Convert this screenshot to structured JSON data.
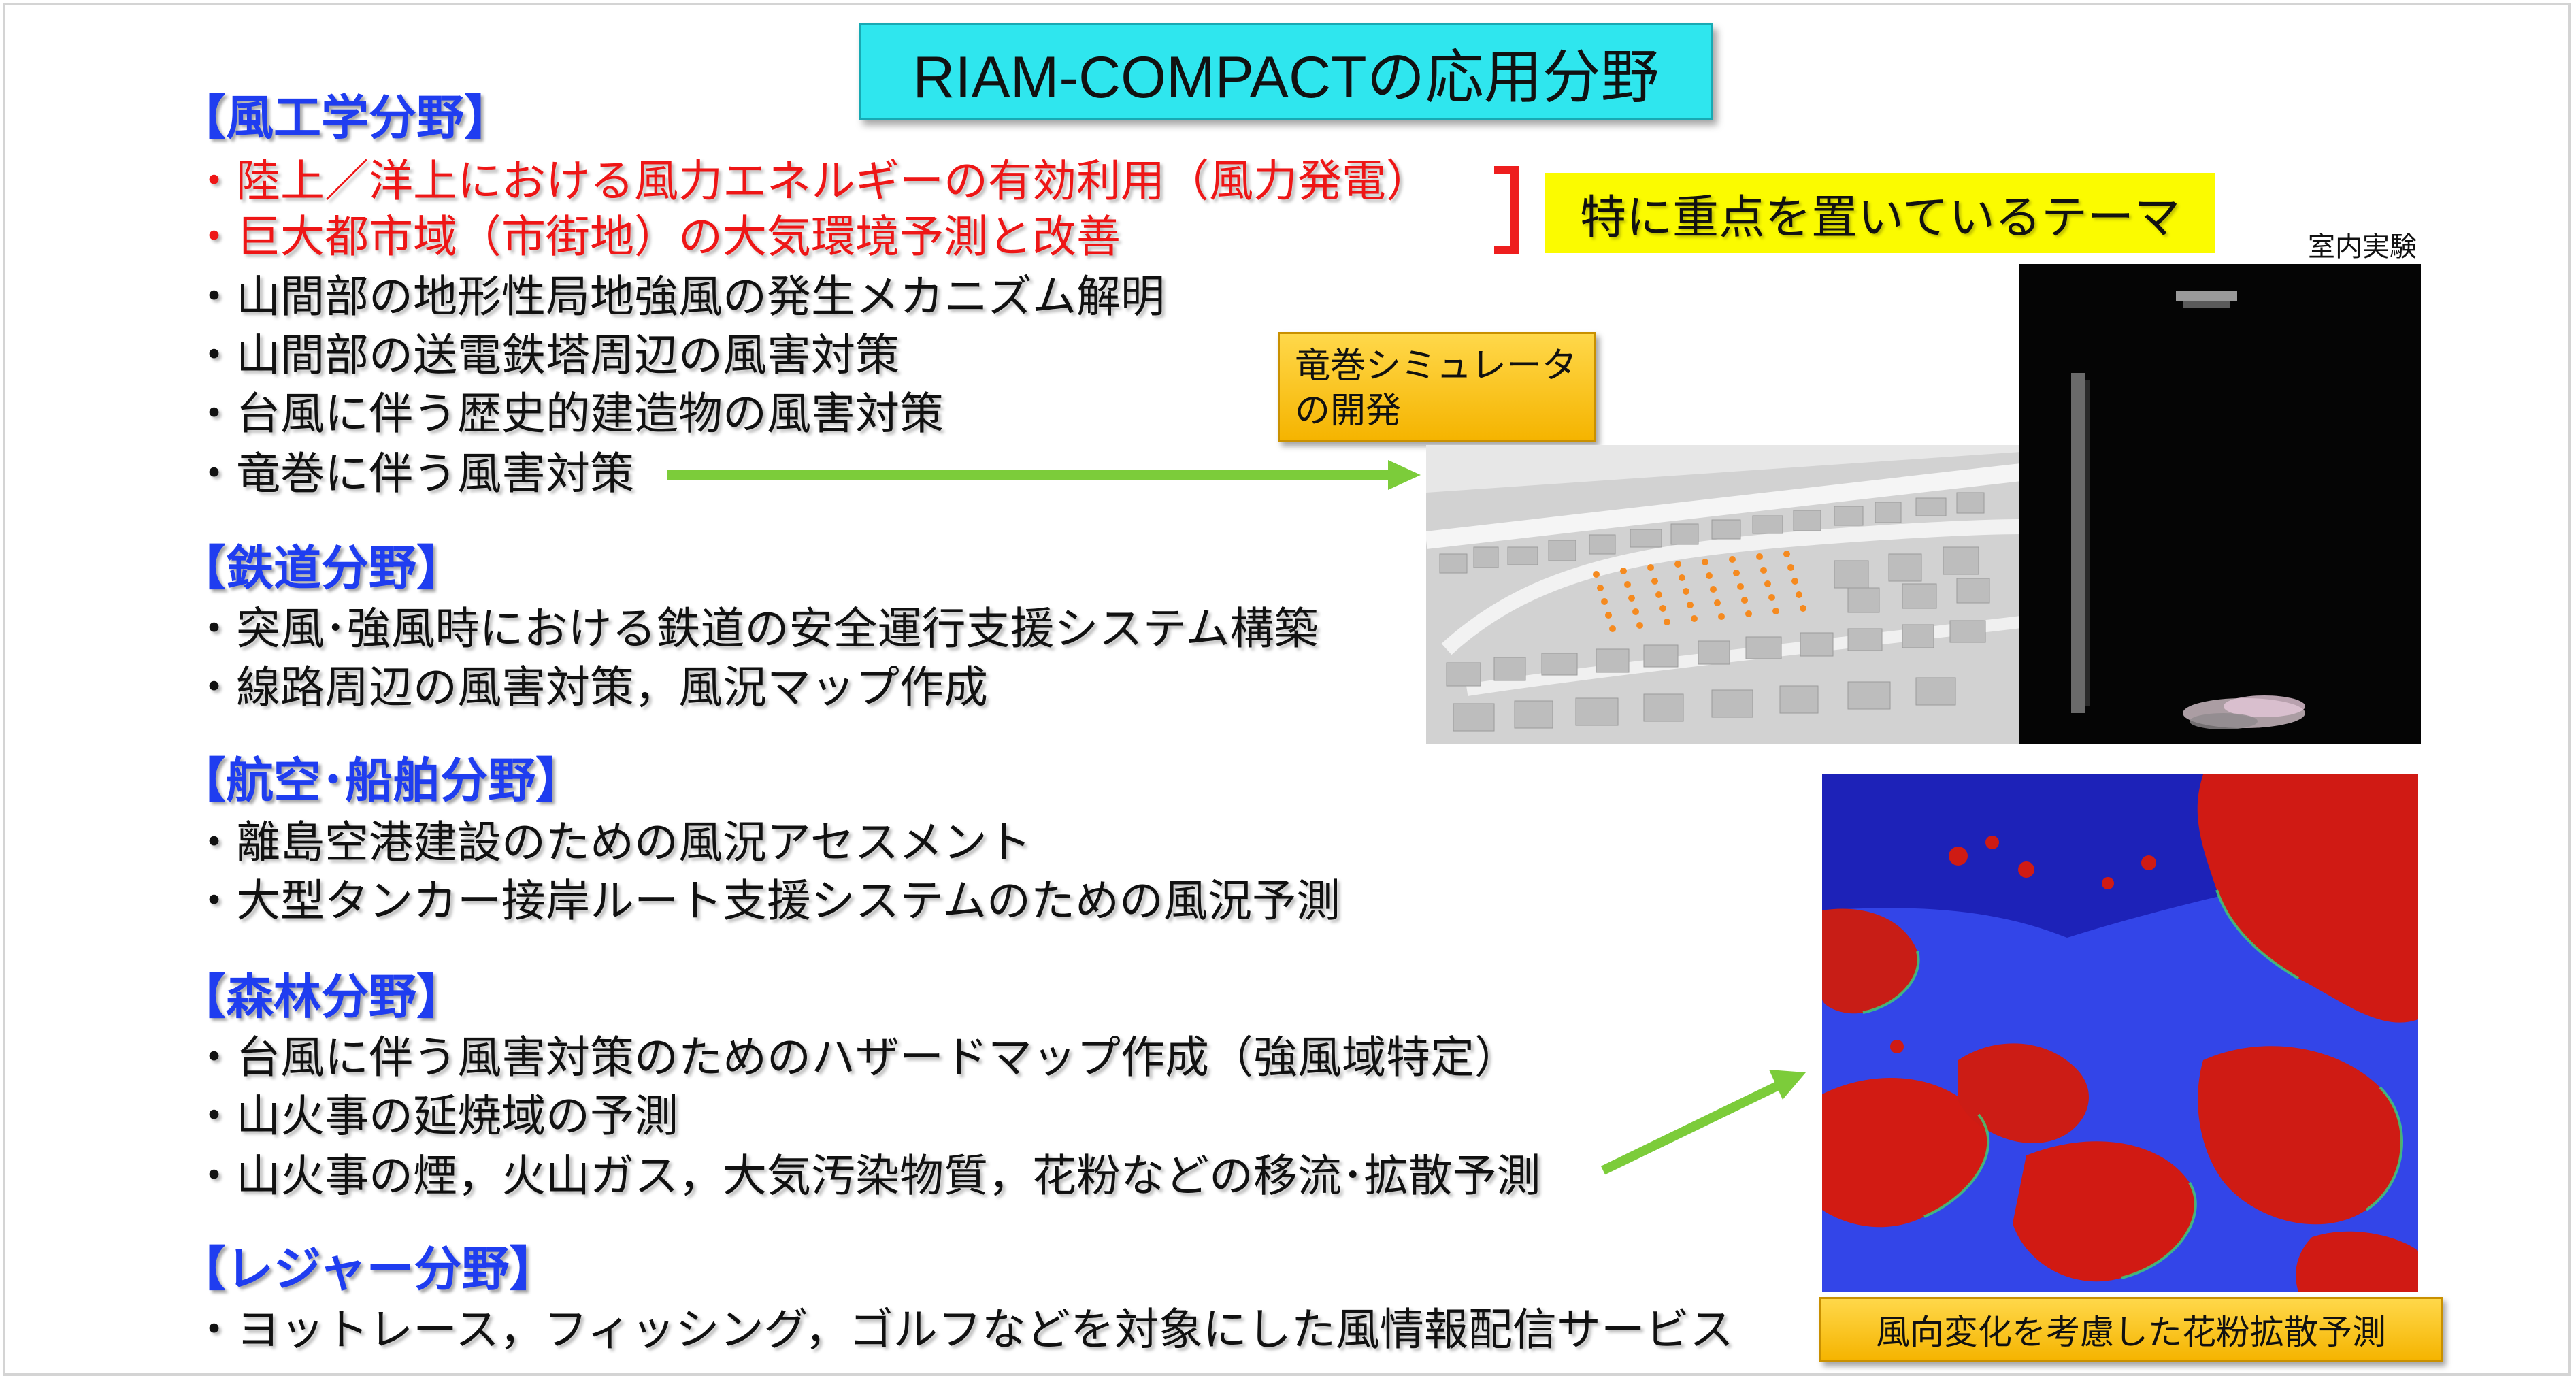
{
  "title": "RIAM-COMPACTの応用分野",
  "emphasis_label": "特に重点を置いているテーマ",
  "indoor_experiment_label": "室内実験",
  "tornado_callout": [
    "竜巻シミュレータ",
    "の開発"
  ],
  "pollen_caption": "風向変化を考慮した花粉拡散予測",
  "sections": [
    {
      "heading": "【風工学分野】",
      "items": [
        {
          "text": "・陸上／洋上における風力エネルギーの有効利用（風力発電）",
          "highlight": true
        },
        {
          "text": "・巨大都市域（市街地）の大気環境予測と改善",
          "highlight": true
        },
        {
          "text": "・山間部の地形性局地強風の発生メカニズム解明",
          "highlight": false
        },
        {
          "text": "・山間部の送電鉄塔周辺の風害対策",
          "highlight": false
        },
        {
          "text": "・台風に伴う歴史的建造物の風害対策",
          "highlight": false
        },
        {
          "text": "・竜巻に伴う風害対策",
          "highlight": false
        }
      ]
    },
    {
      "heading": "【鉄道分野】",
      "items": [
        {
          "text": "・突風･強風時における鉄道の安全運行支援システム構築",
          "highlight": false
        },
        {
          "text": "・線路周辺の風害対策，風況マップ作成",
          "highlight": false
        }
      ]
    },
    {
      "heading": "【航空･船舶分野】",
      "items": [
        {
          "text": "・離島空港建設のための風況アセスメント",
          "highlight": false
        },
        {
          "text": "・大型タンカー接岸ルート支援システムのための風況予測",
          "highlight": false
        }
      ]
    },
    {
      "heading": "【森林分野】",
      "items": [
        {
          "text": "・台風に伴う風害対策のためのハザードマップ作成（強風域特定）",
          "highlight": false
        },
        {
          "text": "・山火事の延焼域の予測",
          "highlight": false
        },
        {
          "text": "・山火事の煙，火山ガス，大気汚染物質，花粉などの移流･拡散予測",
          "highlight": false
        }
      ]
    },
    {
      "heading": "【レジャー分野】",
      "items": [
        {
          "text": "・ヨットレース，フィッシング，ゴルフなどを対象にした風情報配信サービス",
          "highlight": false
        }
      ]
    }
  ],
  "colors": {
    "section_heading": "#1f3df0",
    "highlight_text": "#ee1616",
    "title_box": "#2fe6ee",
    "emphasis_box": "#fbfb00",
    "callout_box": "#f5b400",
    "arrow": "#7ccc3a",
    "bracket": "#ee1e1e"
  },
  "images": [
    {
      "name": "tornado-city-simulation",
      "description_icon": "city-3d-icon"
    },
    {
      "name": "indoor-experiment-photo",
      "description_icon": "smoke-icon"
    },
    {
      "name": "pollen-dispersion-map",
      "description_icon": "heatmap-icon"
    }
  ]
}
